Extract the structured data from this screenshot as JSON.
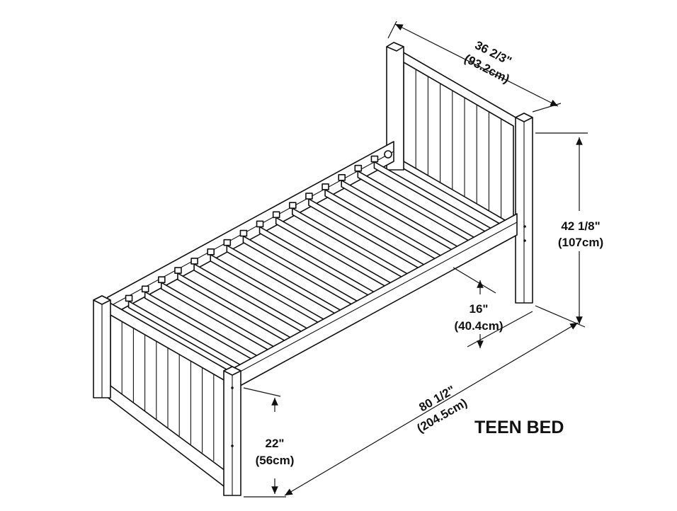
{
  "title": "TEEN BED",
  "dimensions": {
    "headboard_width": {
      "imperial": "36 2/3\"",
      "metric": "(93.2cm)"
    },
    "headboard_height": {
      "imperial": "42 1/8\"",
      "metric": "(107cm)"
    },
    "underbed_clearance": {
      "imperial": "16\"",
      "metric": "(40.4cm)"
    },
    "length": {
      "imperial": "80 1/2\"",
      "metric": "(204.5cm)"
    },
    "footboard_height": {
      "imperial": "22\"",
      "metric": "(56cm)"
    }
  }
}
